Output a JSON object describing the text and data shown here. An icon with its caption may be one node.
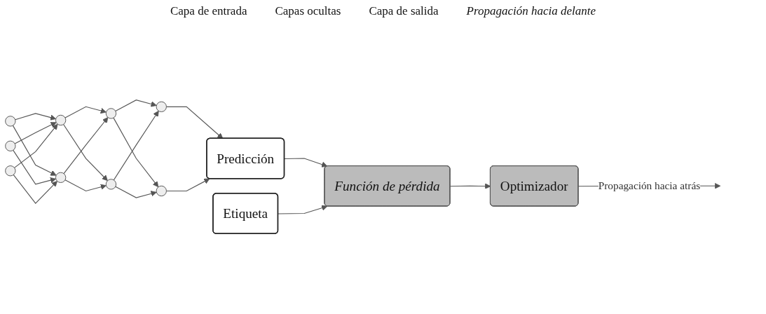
{
  "diagram": {
    "nodes": [
      {
        "text": [
          "Optimizador"
        ]
      },
      {
        "text": [
          "Función de pérdida"
        ]
      },
      {
        "text": [],
        "shape": "circle"
      },
      {
        "text": [],
        "shape": "circle"
      },
      {
        "text": [],
        "shape": "circle"
      },
      {
        "text": [],
        "shape": "circle"
      },
      {
        "text": [],
        "shape": "circle"
      },
      {
        "text": [],
        "shape": "circle"
      },
      {
        "text": [],
        "shape": "circle"
      },
      {
        "text": [],
        "shape": "circle"
      },
      {
        "text": [],
        "shape": "circle"
      },
      {
        "text": [
          "Predicción"
        ]
      },
      {
        "text": [
          "Etiqueta"
        ]
      }
    ],
    "edges": [
      {
        "from": 1,
        "to": 0,
        "arrow": "to"
      },
      {
        "from": 0,
        "to": null,
        "arrow": "to",
        "label": "Propagación hacia atrás"
      },
      {
        "from": 2,
        "to": 5,
        "arrow": "to"
      },
      {
        "from": 2,
        "to": 6,
        "arrow": "to"
      },
      {
        "from": 3,
        "to": 5,
        "arrow": "to"
      },
      {
        "from": 3,
        "to": 6,
        "arrow": "to"
      },
      {
        "from": 4,
        "to": 5,
        "arrow": "to"
      },
      {
        "from": 4,
        "to": 6,
        "arrow": "to"
      },
      {
        "from": 5,
        "to": 7,
        "arrow": "to"
      },
      {
        "from": 5,
        "to": 8,
        "arrow": "to"
      },
      {
        "from": 6,
        "to": 7,
        "arrow": "to"
      },
      {
        "from": 6,
        "to": 8,
        "arrow": "to"
      },
      {
        "from": 7,
        "to": 9,
        "arrow": "to"
      },
      {
        "from": 7,
        "to": 10,
        "arrow": "to"
      },
      {
        "from": 8,
        "to": 9,
        "arrow": "to"
      },
      {
        "from": 8,
        "to": 10,
        "arrow": "to"
      },
      {
        "from": 9,
        "to": 11,
        "arrow": "to"
      },
      {
        "from": 10,
        "to": 11,
        "arrow": "to"
      },
      {
        "from": 11,
        "to": 1,
        "arrow": "to"
      },
      {
        "from": 12,
        "to": 1,
        "arrow": "to"
      }
    ],
    "labels": [
      "Capa de entrada",
      "Capas ocultas",
      "Capa de salida",
      "Propagación hacia delante"
    ]
  }
}
